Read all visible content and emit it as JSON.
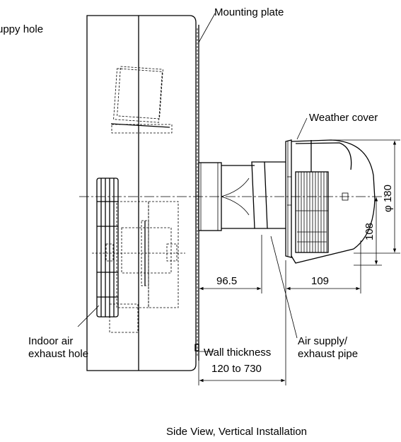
{
  "labels": {
    "supply_hole": "uppy hole",
    "mounting_plate": "Mounting plate",
    "weather_cover": "Weather cover",
    "indoor_exhaust_line1": "Indoor air",
    "indoor_exhaust_line2": "exhaust hole",
    "pipe_line1": "Air supply/",
    "pipe_line2": "exhaust pipe",
    "wall_line1": "Wall thickness",
    "wall_line2": "120 to 730"
  },
  "dimensions": {
    "offset": "96.5",
    "cover_depth": "109",
    "cover_half_height": "108",
    "cover_diameter": "φ 180"
  },
  "caption": "Side View, Vertical Installation"
}
